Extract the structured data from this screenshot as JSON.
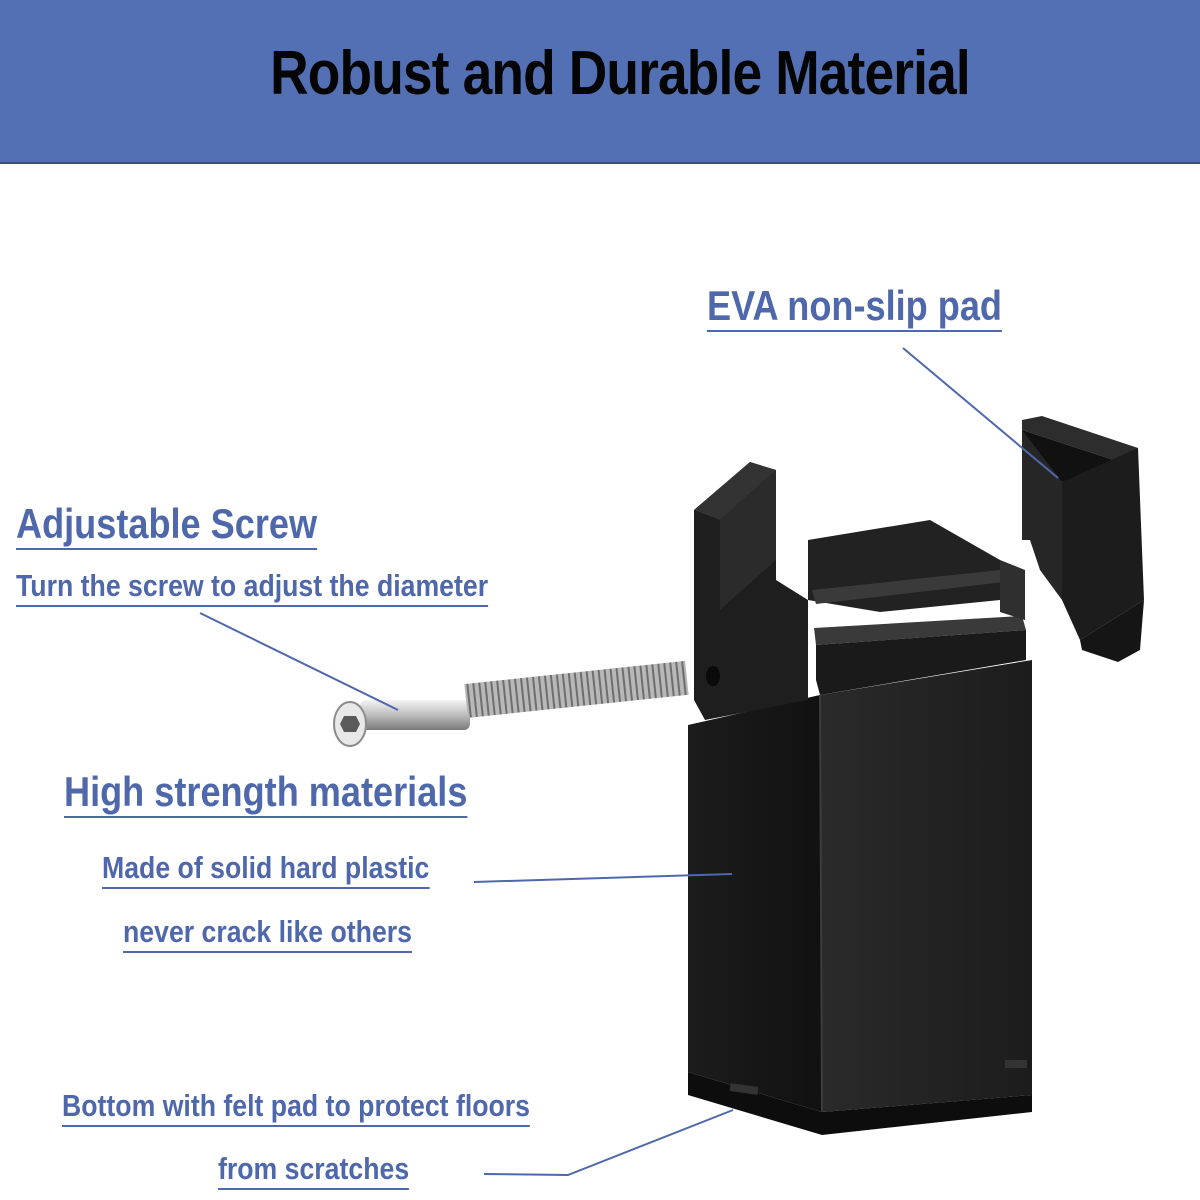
{
  "header": {
    "title": "Robust and Durable Material",
    "background_color": "#5370b5"
  },
  "labels": {
    "eva_pad": "EVA non-slip pad",
    "adjustable_screw": "Adjustable Screw",
    "screw_description": "Turn the screw to adjust the diameter",
    "high_strength": "High strength materials",
    "material_line1": "Made of solid hard plastic",
    "material_line2": "never crack like others",
    "bottom_line1": "Bottom with felt pad to protect floors",
    "bottom_line2": "from scratches"
  },
  "colors": {
    "label_blue": "#4f68ab",
    "product_black": "#1a1a1a"
  },
  "icons": {
    "product": "bed-riser-icon",
    "pad": "eva-pad-icon",
    "screw": "screw-icon"
  }
}
